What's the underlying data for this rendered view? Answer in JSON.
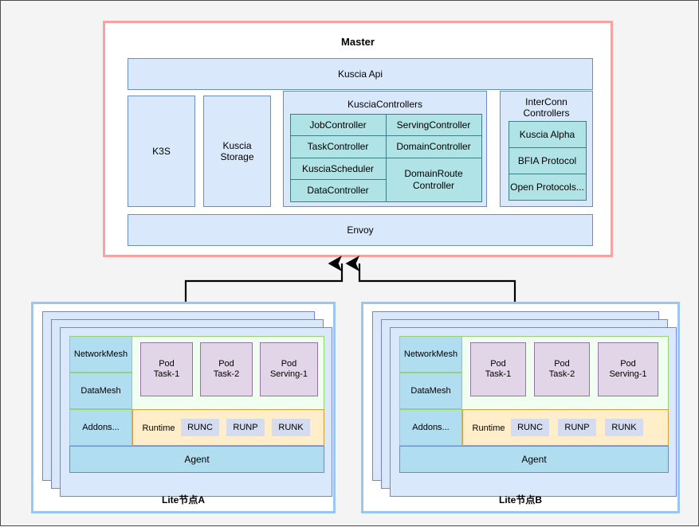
{
  "master": {
    "title": "Master",
    "kuscia_api": "Kuscia Api",
    "k3s": "K3S",
    "kuscia_storage": "Kuscia\nStorage",
    "kuscia_storage_line1": "Kuscia",
    "kuscia_storage_line2": "Storage",
    "envoy": "Envoy",
    "controllers": {
      "title": "KusciaControllers",
      "left_column": [
        "JobController",
        "TaskController",
        "KusciaScheduler",
        "DataController"
      ],
      "right_column": [
        "ServingController",
        "DomainController",
        "DomainRoute Controller"
      ],
      "domain_route_line1": "DomainRoute",
      "domain_route_line2": "Controller"
    },
    "interconn": {
      "title_line1": "InterConn",
      "title_line2": "Controllers",
      "items": [
        "Kuscia Alpha",
        "BFIA Protocol",
        "Open Protocols..."
      ]
    }
  },
  "nodes": [
    {
      "label": "Lite节点A",
      "sidebar": [
        "NetworkMesh",
        "DataMesh",
        "Addons..."
      ],
      "pods": [
        {
          "line1": "Pod",
          "line2": "Task-1"
        },
        {
          "line1": "Pod",
          "line2": "Task-2"
        },
        {
          "line1": "Pod",
          "line2": "Serving-1"
        }
      ],
      "runtime_label": "Runtime",
      "runtimes": [
        "RUNC",
        "RUNP",
        "RUNK"
      ],
      "agent": "Agent"
    },
    {
      "label": "Lite节点B",
      "sidebar": [
        "NetworkMesh",
        "DataMesh",
        "Addons..."
      ],
      "pods": [
        {
          "line1": "Pod",
          "line2": "Task-1"
        },
        {
          "line1": "Pod",
          "line2": "Task-2"
        },
        {
          "line1": "Pod",
          "line2": "Serving-1"
        }
      ],
      "runtime_label": "Runtime",
      "runtimes": [
        "RUNC",
        "RUNP",
        "RUNK"
      ],
      "agent": "Agent"
    }
  ],
  "colors": {
    "master_border": "#f8a3a0",
    "panel_fill": "#dae8fc",
    "panel_border": "#6c8ebf",
    "controller_fill": "#b0e3e6",
    "controller_border": "#3d7d84",
    "node_frame_border": "#9ac7f0",
    "card_border": "#7c7cf0",
    "pod_fill": "#e1d5e7",
    "pod_border": "#9673a6",
    "runtime_fill": "#ffeec9",
    "runtime_border": "#d6a138",
    "sidecell_fill": "#b1ddf0",
    "green_border": "#97d077",
    "background": "#f4f4f4"
  }
}
